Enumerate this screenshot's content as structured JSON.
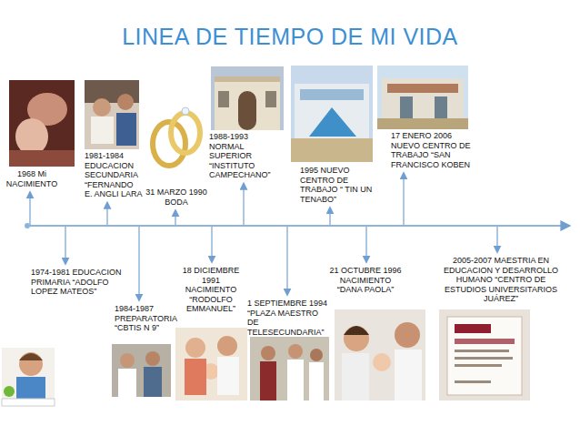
{
  "diagram": {
    "title": "LINEA DE TIEMPO DE MI VIDA",
    "labels": [
      "1968 Mi NACIMIENTO",
      "1981-1984 EDUCACION SECUNDARIA “FERNANDO E. ANGLI LARA",
      "31 MARZO 1990 BODA",
      "1988-1993 NORMAL SUPERIOR “INSTITUTO CAMPECHANO”",
      "1995 NUEVO CENTRO DE TRABAJO “ TIN UN TENABO”",
      "17 ENERO 2006 NUEVO CENTRO DE TRABAJO “SAN FRANCISCO KOBEN",
      "1974-1981 EDUCACION PRIMARIA “ADOLFO LOPEZ MATEOS”",
      "1984-1987 PREPARATORIA “CBTIS N 9”",
      "18 DICIEMBRE 1991 NACIMIENTO “RODOLFO EMMANUEL”",
      "1 SEPTIEMBRE 1994 “PLAZA MAESTRO DE TELESECUNDARIA”",
      "21 OCTUBRE 1996 NACIMIENTO “DANA PAOLA”",
      "2005-2007 MAESTRIA EN EDUCACION Y DESARROLLO HUMANO “CENTRO DE ESTUDIOS UNIVERSITARIOS JUÁREZ”"
    ]
  }
}
